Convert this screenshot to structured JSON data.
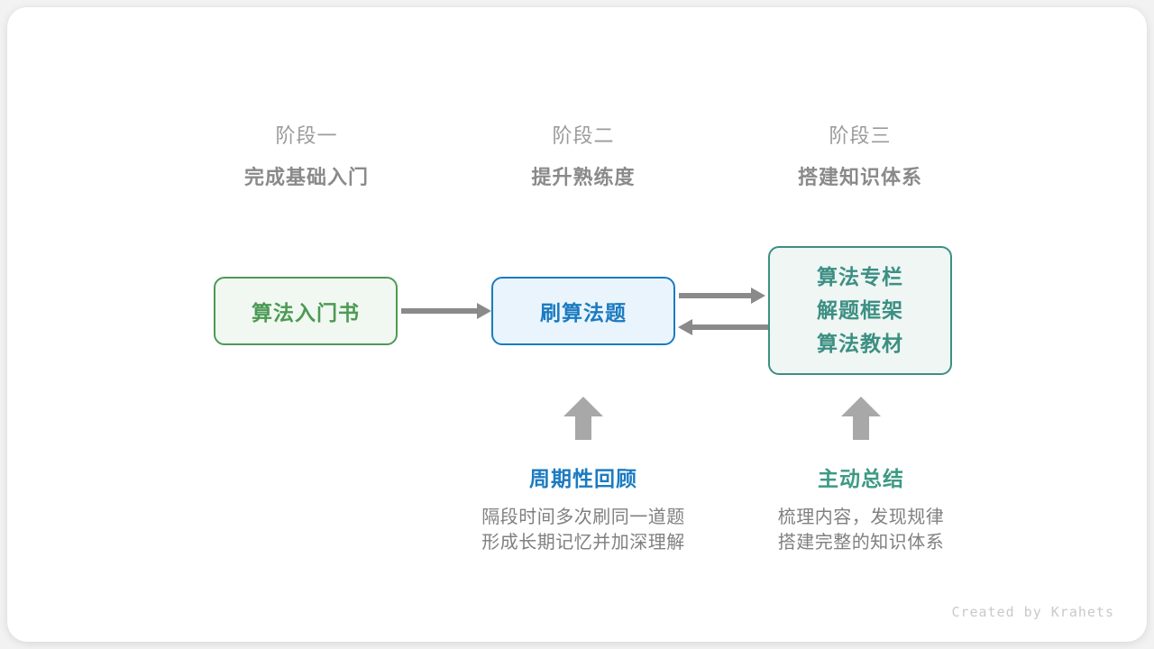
{
  "stages": [
    {
      "kicker": "阶段一",
      "title": "完成基础入门"
    },
    {
      "kicker": "阶段二",
      "title": "提升熟练度"
    },
    {
      "kicker": "阶段三",
      "title": "搭建知识体系"
    }
  ],
  "nodes": {
    "book": {
      "label": "算法入门书",
      "color": "#4c9a55",
      "fill": "#f1f8f1"
    },
    "practice": {
      "label": "刷算法题",
      "color": "#1b7bc1",
      "fill": "#eaf4fc"
    },
    "system": {
      "lines": [
        "算法专栏",
        "解题框架",
        "算法教材"
      ],
      "color": "#3c8f83",
      "fill": "#eff6f4"
    }
  },
  "arrows": {
    "book_to_practice": "arrow-right",
    "practice_to_system": "arrow-right",
    "system_to_practice": "arrow-left",
    "up_to_practice": "arrow-up",
    "up_to_system": "arrow-up"
  },
  "notes": [
    {
      "title": "周期性回顾",
      "line1": "隔段时间多次刷同一道题",
      "line2": "形成长期记忆并加深理解",
      "color": "#1b7bc1"
    },
    {
      "title": "主动总结",
      "line1": "梳理内容，发现规律",
      "line2": "搭建完整的知识体系",
      "color": "#3c9a84"
    }
  ],
  "credit": "Created by Krahets"
}
